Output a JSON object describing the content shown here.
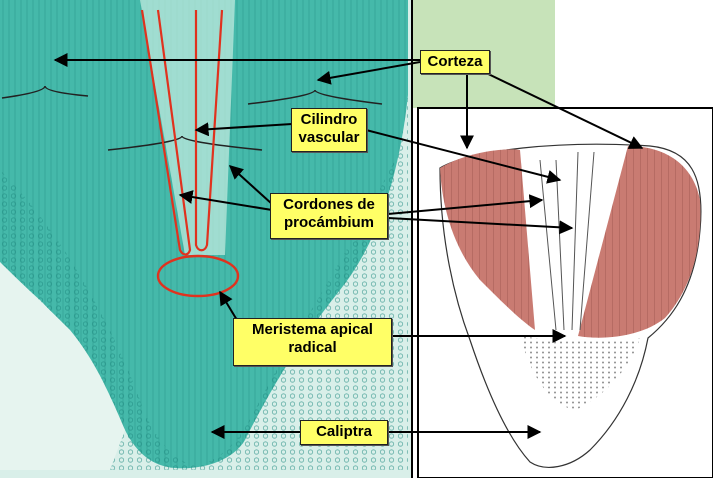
{
  "labels": {
    "corteza": "Corteza",
    "cilindro_line1": "Cilindro",
    "cilindro_line2": "vascular",
    "cordones_line1": "Cordones de",
    "cordones_line2": "procámbium",
    "meristema_line1": "Meristema apical",
    "meristema_line2": "radical",
    "caliptra": "Caliptra"
  },
  "colors": {
    "label_fill": "#ffff66",
    "micrograph_stain": "#3fb7a8",
    "micrograph_pale": "#bfe9de",
    "red_outline": "#e0321e",
    "cortex_pink": "#c97b72",
    "arrow": "#000000"
  }
}
